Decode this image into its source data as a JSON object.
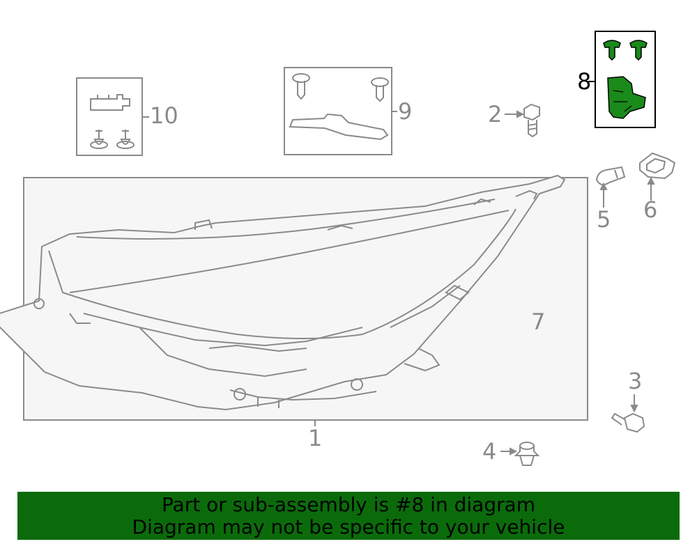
{
  "callouts": {
    "c1": "1",
    "c2": "2",
    "c3": "3",
    "c4": "4",
    "c5": "5",
    "c6": "6",
    "c7": "7",
    "c8": "8",
    "c9": "9",
    "c10": "10"
  },
  "highlighted_part": "8",
  "banner": {
    "line1": "Part or sub-assembly is #8 in diagram",
    "line2": "Diagram may not be specific to your vehicle"
  },
  "colors": {
    "line": "#8a8a8a",
    "highlight_fill": "#1a8a1a",
    "highlight_text": "#000000",
    "banner_bg": "#0b6b0b"
  }
}
